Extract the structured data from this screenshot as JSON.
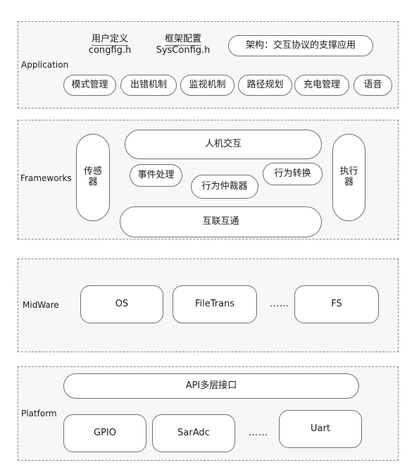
{
  "application": {
    "label": "Application",
    "config": [
      {
        "line1": "用户定义",
        "line2": "congfig.h"
      },
      {
        "line1": "框架配置",
        "line2": "SysConfig.h"
      }
    ],
    "arch": "架构：交互协议的支撑应用",
    "modules": [
      "模式管理",
      "出错机制",
      "监视机制",
      "路径规划",
      "充电管理",
      "语音"
    ]
  },
  "frameworks": {
    "label": "Frameworks",
    "sensor": "传感器",
    "hmi": "人机交互",
    "event": "事件处理",
    "arbiter": "行为仲裁器",
    "convert": "行为转换",
    "interconnect": "互联互通",
    "executor": "执行器"
  },
  "midware": {
    "label": "MidWare",
    "items": [
      "OS",
      "FileTrans",
      "FS"
    ],
    "ellipsis": "……"
  },
  "platform": {
    "label": "Platform",
    "api": "API多层接口",
    "items": [
      "GPIO",
      "SarAdc",
      "Uart"
    ],
    "ellipsis": "……"
  }
}
